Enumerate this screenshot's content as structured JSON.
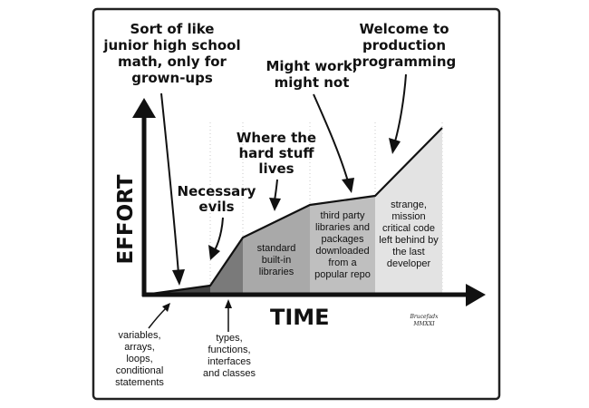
{
  "comic": {
    "axis_y_label": "EFFORT",
    "axis_x_label": "TIME",
    "signature": [
      "Brucefadx",
      "MMXXI"
    ],
    "annotations": {
      "junior_math": [
        "Sort of like",
        "junior high school",
        "math, only for",
        "grown-ups"
      ],
      "necessary_evils": [
        "Necessary",
        "evils"
      ],
      "hard_stuff": [
        "Where the",
        "hard stuff",
        "lives"
      ],
      "might_work": [
        "Might work,",
        "might not"
      ],
      "production": [
        "Welcome to",
        "production",
        "programming"
      ]
    },
    "regions": {
      "standard": [
        "standard",
        "built-in",
        "libraries"
      ],
      "third_party": [
        "third party",
        "libraries and",
        "packages",
        "downloaded",
        "from a",
        "popular repo"
      ],
      "strange": [
        "strange,",
        "mission",
        "critical code",
        "left behind by",
        "the last",
        "developer"
      ]
    },
    "captions": {
      "variables": [
        "variables,",
        "arrays,",
        "loops,",
        "conditional",
        "statements"
      ],
      "types": [
        "types,",
        "functions,",
        "interfaces",
        "and classes"
      ]
    }
  }
}
